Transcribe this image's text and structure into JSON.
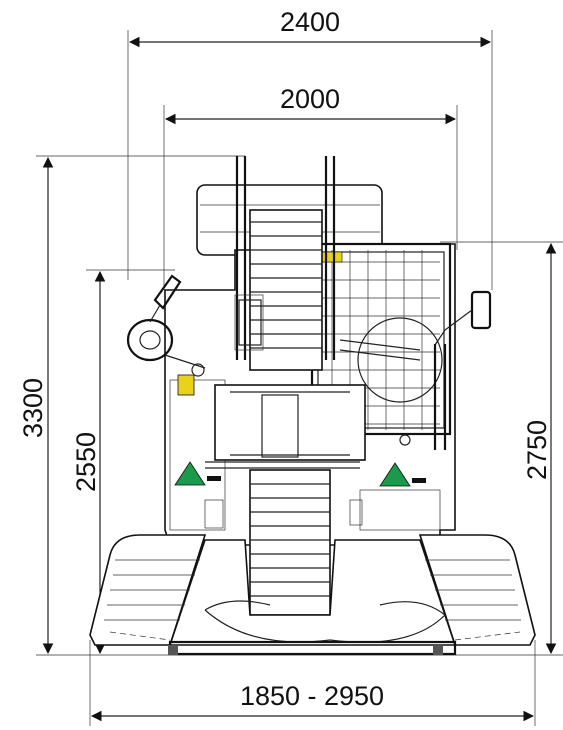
{
  "dimensions": {
    "overall_width": "2400",
    "inner_width": "2000",
    "total_height": "3300",
    "cab_height": "2550",
    "mast_height": "2750",
    "track_width_range": "1850 - 2950"
  },
  "colors": {
    "line": "#111111",
    "accent": "#1a9a4a",
    "warning": "#e8d21a",
    "background": "#ffffff"
  },
  "icons": {
    "logo": "triangle-logo",
    "mirror": "mirror-icon",
    "warning_label": "warning-sticker"
  }
}
